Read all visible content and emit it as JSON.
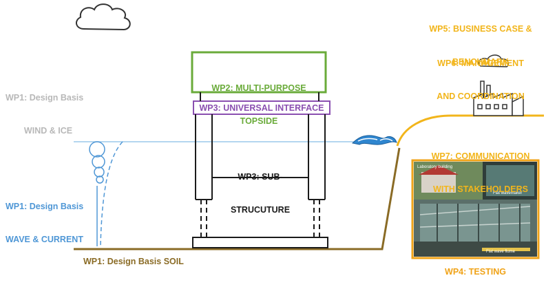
{
  "colors": {
    "grey": "#b8b8b8",
    "blue": "#4f97d6",
    "brown": "#8a6b25",
    "green": "#6aab3a",
    "purple": "#8a4fb0",
    "orange": "#f0a318",
    "black": "#1a1a1a",
    "yellow": "#f2b51b"
  },
  "labels": {
    "wp1_wind_line1": "WP1: Design Basis",
    "wp1_wind_line2": "WIND & ICE",
    "wp1_wave_line1": "WP1: Design Basis",
    "wp1_wave_line2": "WAVE & CURRENT",
    "wp1_soil": "WP1: Design Basis SOIL",
    "wp2_line1": "WP2: MULTI-PURPOSE",
    "wp2_line2": "TOPSIDE",
    "wp3_interface": "WP3: UNIVERSAL INTERFACE",
    "wp3_sub_line1": "WP3: SUB-",
    "wp3_sub_line2": "STRUCUTURE",
    "wp4": "WP4: TESTING",
    "wp5_line1": "WP5: BUSINESS CASE &",
    "wp5_line2": "BENCHMARK",
    "wp6_line1": "WP6: MANAGEMENT",
    "wp6_line2": "AND COORDINATION",
    "wp7_line1": "WP7: COMMUNICATION",
    "wp7_line2": "WITH STAKEHOLDERS"
  },
  "photo_captions": {
    "building": "Laboratory building",
    "wavemaker": "Flat wavemaker",
    "flume": "Flat wave flume"
  },
  "icons": [
    "cloud-icon",
    "factory-icon",
    "wave-crest-icon",
    "water-particle-orbit-icon"
  ]
}
